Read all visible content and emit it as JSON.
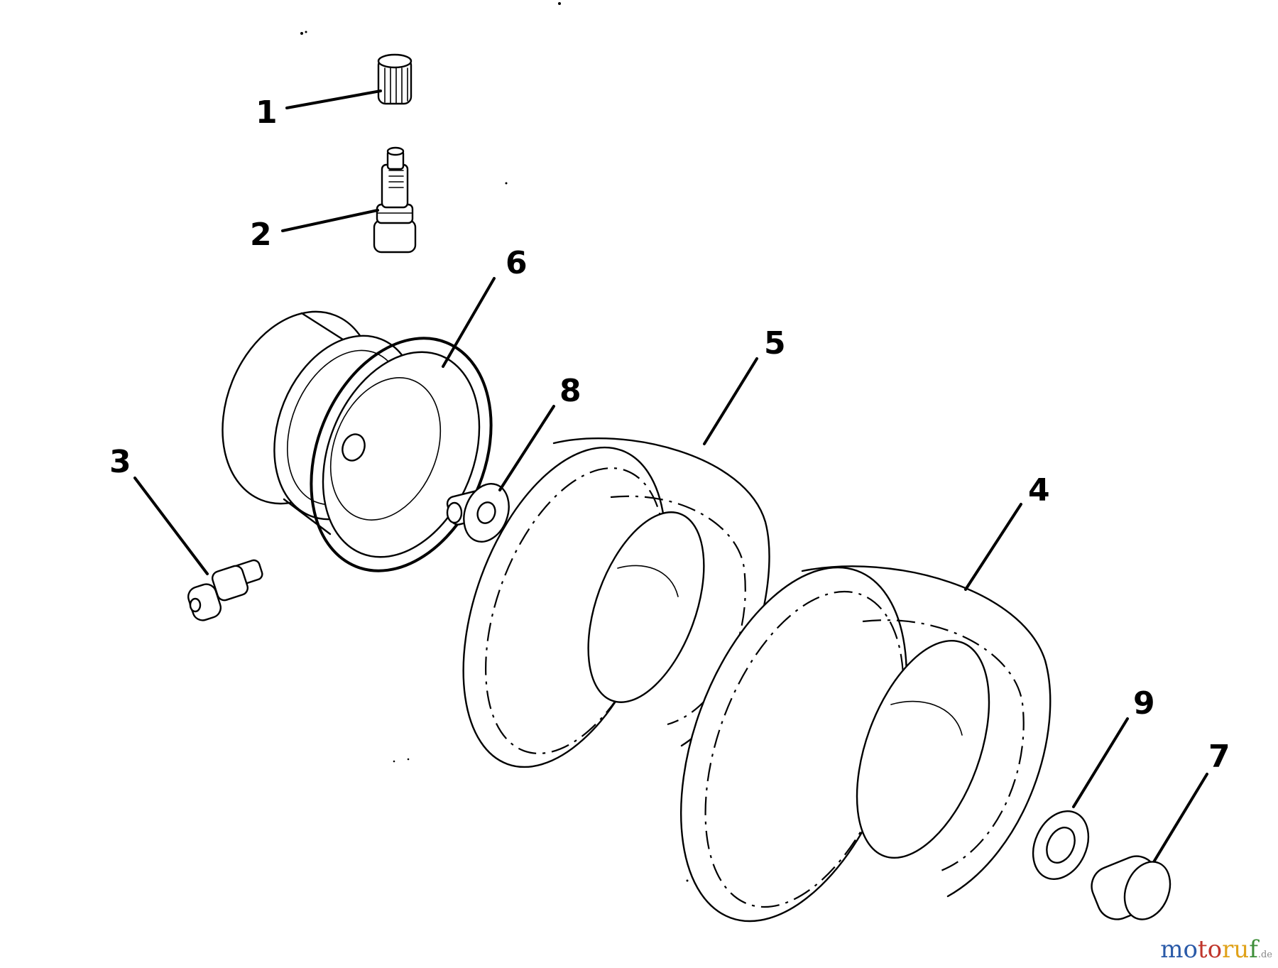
{
  "callouts": [
    "1",
    "2",
    "3",
    "4",
    "5",
    "6",
    "7",
    "8",
    "9"
  ],
  "watermark": {
    "text": "motoruf",
    "suffix": ".de",
    "colors": [
      "#2a5aa8",
      "#c0362c",
      "#e0a21a",
      "#3f8f3a"
    ]
  },
  "colors": {
    "line": "#000000",
    "background": "#ffffff"
  }
}
